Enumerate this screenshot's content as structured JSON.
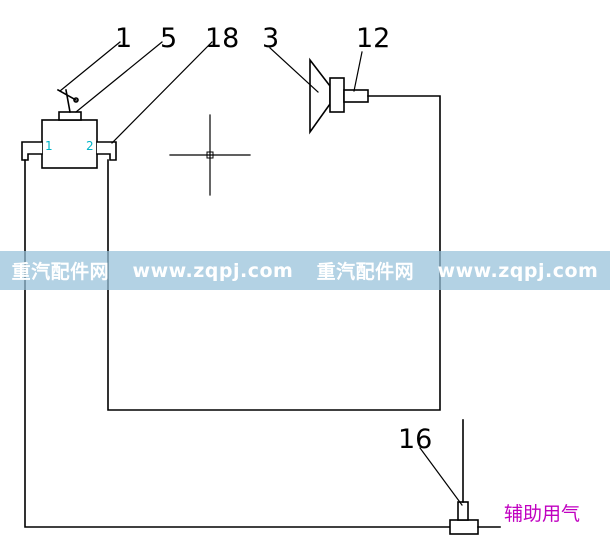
{
  "callouts": {
    "c1": "1",
    "c5": "5",
    "c18": "18",
    "c3": "3",
    "c12": "12",
    "c16": "16"
  },
  "ports": {
    "p1": "1",
    "p2": "2"
  },
  "aux_air_label": "辅助用气",
  "watermark": {
    "cn": "重汽配件网",
    "url": "www.zqpj.com"
  },
  "colors": {
    "line": "#000000",
    "port_label": "#00b4c8",
    "aux_label": "#c000c0",
    "watermark_band": "#96c0da"
  }
}
